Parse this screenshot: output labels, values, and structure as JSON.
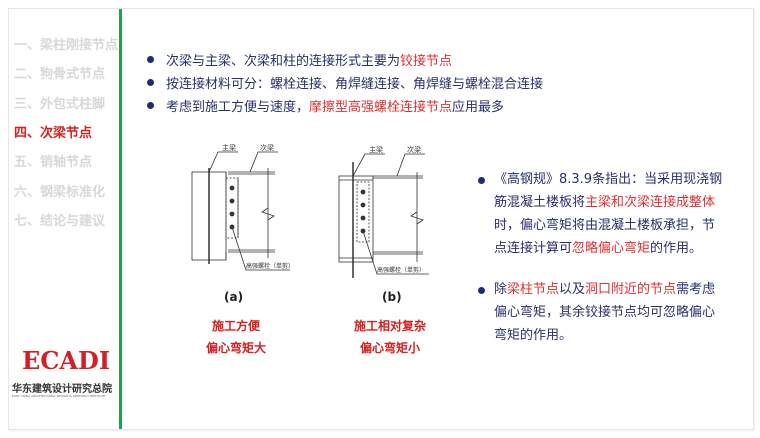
{
  "sidebar": {
    "items": [
      {
        "label": "一、梁柱刚接节点",
        "active": false
      },
      {
        "label": "二、狗骨式节点",
        "active": false
      },
      {
        "label": "三、外包式柱脚",
        "active": false
      },
      {
        "label": "四、次梁节点",
        "active": true
      },
      {
        "label": "五、销轴节点",
        "active": false
      },
      {
        "label": "六、钢梁标准化",
        "active": false
      },
      {
        "label": "七、结论与建议",
        "active": false
      }
    ],
    "logo": {
      "mark": "ECADI",
      "name_cn": "华东建筑设计研究总院",
      "name_en": "EAST CHINA ARCHITECTURAL DESIGN & RESEARCH INSTITUTE"
    }
  },
  "bullets": [
    {
      "pre": "次梁与主梁、次梁和柱的连接形式主要为",
      "hl": "铰接节点",
      "post": ""
    },
    {
      "pre": "按连接材料可分：螺栓连接、角焊缝连接、角焊缝与螺栓混合连接",
      "hl": "",
      "post": ""
    },
    {
      "pre": "考虑到施工方便与速度，",
      "hl": "摩擦型高强螺栓连接节点",
      "post": "应用最多"
    }
  ],
  "figures": [
    {
      "main_beam": "主梁",
      "secondary_beam": "次梁",
      "bolt": "高强螺栓（单剪）",
      "label": "(a)",
      "caption1": "施工方便",
      "caption2": "偏心弯矩大"
    },
    {
      "main_beam": "主梁",
      "secondary_beam": "次梁",
      "bolt": "高强螺栓（单剪）",
      "label": "(b)",
      "caption1": "施工相对复杂",
      "caption2": "偏心弯矩小"
    }
  ],
  "notes": [
    {
      "parts": [
        {
          "t": "《高钢规》8.3.9条指出：当采用现浇钢筋混凝土楼板将",
          "red": false
        },
        {
          "t": "主梁和次梁连接成整体",
          "red": true
        },
        {
          "t": "时，偏心弯矩将由混凝土楼板承担，节点连接计算可",
          "red": false
        },
        {
          "t": "忽略偏心弯矩",
          "red": true
        },
        {
          "t": "的作用。",
          "red": false
        }
      ]
    },
    {
      "parts": [
        {
          "t": "除",
          "red": false
        },
        {
          "t": "梁柱节点",
          "red": true
        },
        {
          "t": "以及",
          "red": false
        },
        {
          "t": "洞口附近的节点",
          "red": true
        },
        {
          "t": "需考虑偏心弯矩，其余铰接节点均可忽略偏心弯矩的作用。",
          "red": false
        }
      ]
    }
  ],
  "colors": {
    "accent_green": "#1fa34a",
    "highlight_red": "#e03030",
    "text_navy": "#2a2f6e",
    "logo_red": "#d41f26"
  }
}
